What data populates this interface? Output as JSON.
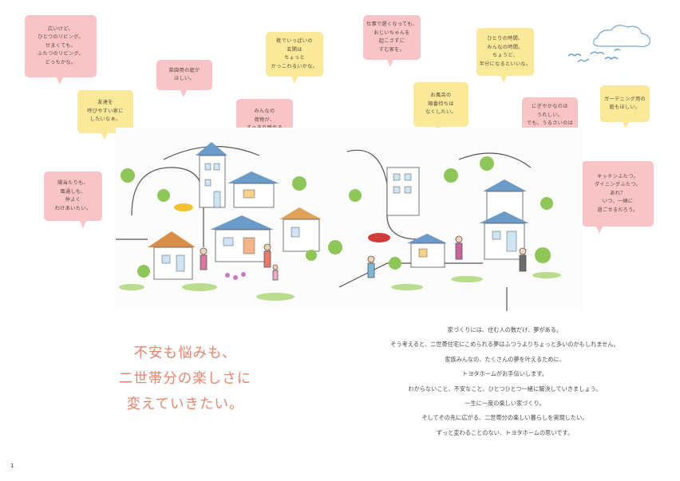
{
  "bubbles": [
    {
      "id": "b1",
      "color": "pink",
      "text": "広いけど、\nひとつのリビング。\nせまくても、\nふたつのリビング。\nどっちかな。"
    },
    {
      "id": "b2",
      "color": "yellow",
      "text": "友達を\n呼びやすい家に\nしたいなぁ。"
    },
    {
      "id": "b3",
      "color": "pink",
      "text": "陽当たりも、\n風通しも、\n仲よく\nわけあいたい。"
    },
    {
      "id": "b4",
      "color": "pink",
      "text": "菜園用の庭が\nほしい。"
    },
    {
      "id": "b5",
      "color": "pink",
      "text": "みんなの\n荷物が、\nすっきり隠れる\n収納を。"
    },
    {
      "id": "b6",
      "color": "yellow",
      "text": "靴でいっぱいの\n玄関は\nちょっと\nかっこわるいかな。"
    },
    {
      "id": "b7",
      "color": "pink",
      "text": "仕事で遅くなっても、\nおじいちゃんを\n起こさずに\nすむ家を。"
    },
    {
      "id": "b8",
      "color": "yellow",
      "text": "お風呂の\n順番待ちは\nなくしたい。"
    },
    {
      "id": "b9",
      "color": "yellow",
      "text": "ひとりの時間、\nみんなの時間。\nちょうど、\n半分になるといいな。"
    },
    {
      "id": "b10",
      "color": "pink",
      "text": "にぎやかなのは\nうれしい。\nでも、うるさいのは\nちょっとなぁ。"
    },
    {
      "id": "b11",
      "color": "yellow",
      "text": "ガーデニング用の\n庭もほしい。"
    },
    {
      "id": "b12",
      "color": "pink",
      "text": "キッチンふたつ。\nダイニングふたつ。\nあれ？\nいつ、一緒に\n過ごせるだろう。"
    }
  ],
  "headline": [
    "不安も悩みも、",
    "二世帯分の楽しさに",
    "変えていきたい。"
  ],
  "body": [
    "家づくりには、住む人の数だけ、夢がある。",
    "そう考えると、二世帯住宅にこめられる夢はふつうよりちょっと多いのかもしれません。",
    "家族みんなの、たくさんの夢を叶えるために、",
    "トヨタホームがお手伝いします。",
    "わからないこと、不安なこと、ひとつひとつ一緒に解決していきましょう。",
    "一生に一度の楽しい家づくり。",
    "そしてその先に広がる、二世帯分の楽しい暮らしを実現したい。",
    "ずっと変わることのない、トヨタホームの思いです。"
  ],
  "page_number": "1",
  "colors": {
    "pink": "#f8c4c7",
    "yellow": "#fbe99a",
    "headline": "#e8856f"
  }
}
